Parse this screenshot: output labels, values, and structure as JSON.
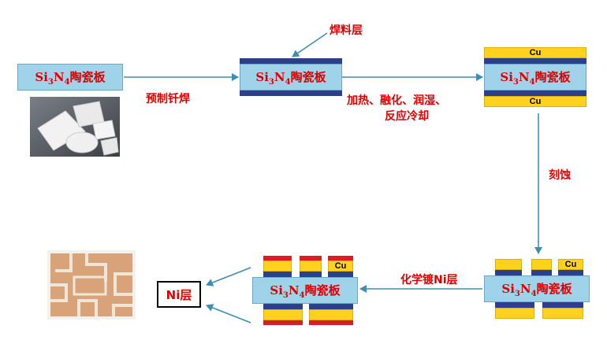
{
  "substrate_label": {
    "pre": "Si",
    "s1": "3",
    "mid": "N",
    "s2": "4",
    "post": "陶瓷板"
  },
  "cu_label": "Cu",
  "steps": {
    "prebraze": "预制钎焊",
    "solder_layer": "焊料层",
    "heating_line1": "加热、融化、润湿、",
    "heating_line2": "反应冷却",
    "etching": "刻蚀",
    "electroless": "化学镀Ni层",
    "ni_layer": "Ni层"
  },
  "colors": {
    "ceramic": "#9fd3ea",
    "solder": "#2b3f8c",
    "copper": "#ffd21f",
    "nickel": "#d91e2a",
    "arrow": "#3b8fb0",
    "label": "#e00000"
  }
}
